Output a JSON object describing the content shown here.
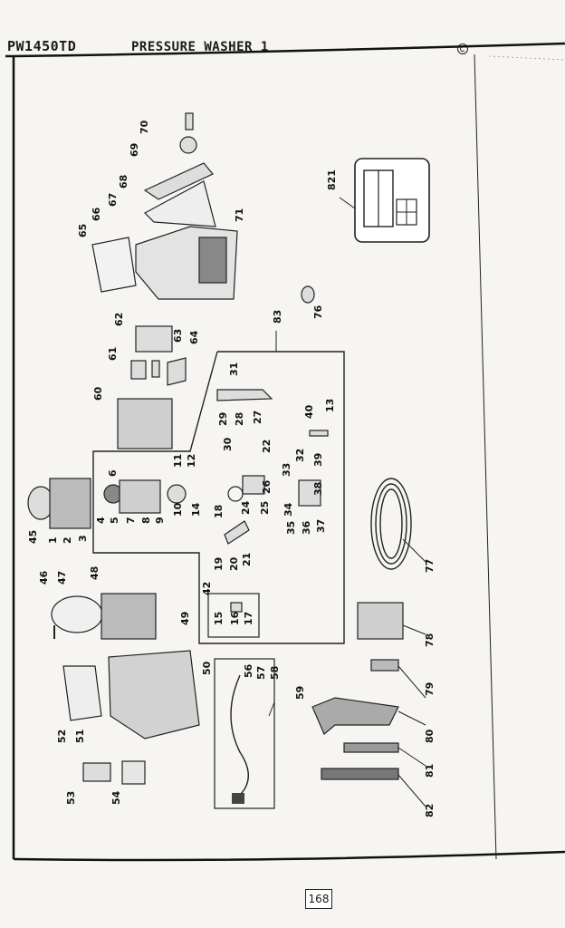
{
  "header": {
    "model": "PW1450TD",
    "title": "PRESSURE WASHER 1"
  },
  "page_number": "168",
  "legend_codes": {
    "label_plate": "821"
  },
  "callouts": [
    {
      "id": "70"
    },
    {
      "id": "69"
    },
    {
      "id": "68"
    },
    {
      "id": "67"
    },
    {
      "id": "66"
    },
    {
      "id": "65"
    },
    {
      "id": "71"
    },
    {
      "id": "62"
    },
    {
      "id": "63"
    },
    {
      "id": "64"
    },
    {
      "id": "61"
    },
    {
      "id": "60"
    },
    {
      "id": "83"
    },
    {
      "id": "76"
    },
    {
      "id": "31"
    },
    {
      "id": "29"
    },
    {
      "id": "28"
    },
    {
      "id": "27"
    },
    {
      "id": "40"
    },
    {
      "id": "13"
    },
    {
      "id": "30"
    },
    {
      "id": "22"
    },
    {
      "id": "33"
    },
    {
      "id": "32"
    },
    {
      "id": "39"
    },
    {
      "id": "26"
    },
    {
      "id": "38"
    },
    {
      "id": "24"
    },
    {
      "id": "25"
    },
    {
      "id": "34"
    },
    {
      "id": "35"
    },
    {
      "id": "36"
    },
    {
      "id": "37"
    },
    {
      "id": "6"
    },
    {
      "id": "11"
    },
    {
      "id": "12"
    },
    {
      "id": "4"
    },
    {
      "id": "5"
    },
    {
      "id": "7"
    },
    {
      "id": "8"
    },
    {
      "id": "9"
    },
    {
      "id": "10"
    },
    {
      "id": "14"
    },
    {
      "id": "18"
    },
    {
      "id": "45"
    },
    {
      "id": "1"
    },
    {
      "id": "2"
    },
    {
      "id": "3"
    },
    {
      "id": "19"
    },
    {
      "id": "20"
    },
    {
      "id": "21"
    },
    {
      "id": "46"
    },
    {
      "id": "47"
    },
    {
      "id": "48"
    },
    {
      "id": "42"
    },
    {
      "id": "15"
    },
    {
      "id": "16"
    },
    {
      "id": "17"
    },
    {
      "id": "49"
    },
    {
      "id": "50"
    },
    {
      "id": "56"
    },
    {
      "id": "57"
    },
    {
      "id": "58"
    },
    {
      "id": "59"
    },
    {
      "id": "52"
    },
    {
      "id": "51"
    },
    {
      "id": "53"
    },
    {
      "id": "54"
    },
    {
      "id": "77"
    },
    {
      "id": "78"
    },
    {
      "id": "79"
    },
    {
      "id": "80"
    },
    {
      "id": "81"
    },
    {
      "id": "82"
    }
  ]
}
